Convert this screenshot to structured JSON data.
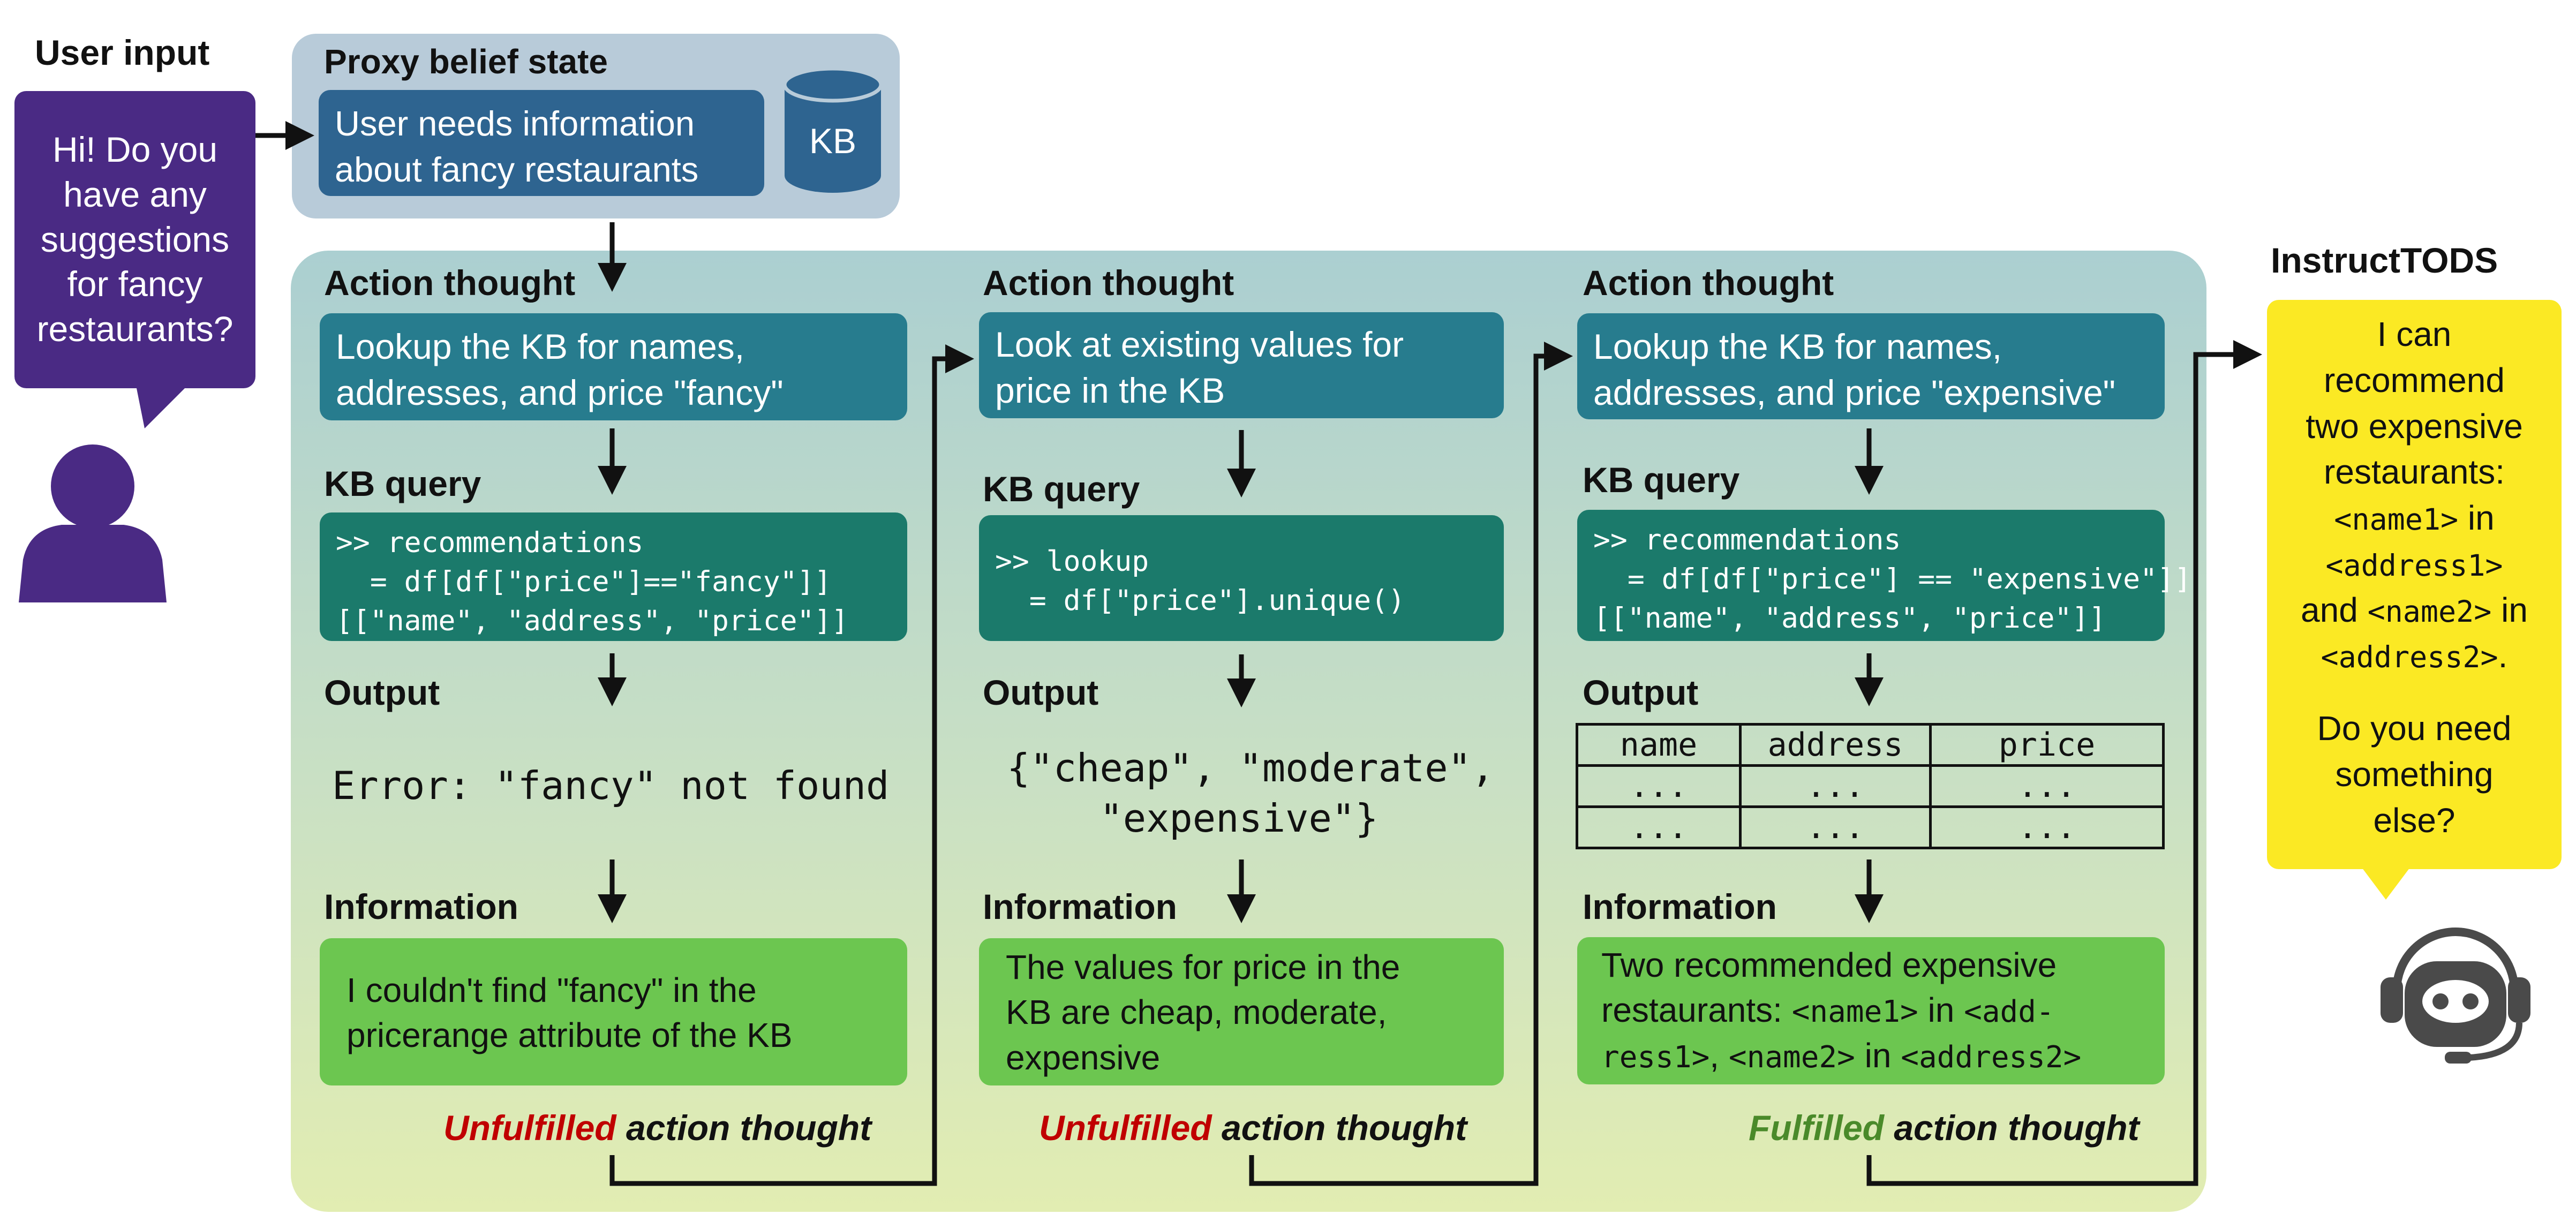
{
  "user": {
    "title": "User input",
    "message_lines": [
      "Hi! Do you",
      "have any",
      "suggestions",
      "for fancy",
      "restaurants?"
    ]
  },
  "proxy": {
    "title": "Proxy belief state",
    "belief_lines": [
      "User needs information",
      "about fancy restaurants"
    ],
    "kb_label": "KB"
  },
  "steps": [
    {
      "action_title": "Action thought",
      "action_lines": [
        "Lookup the KB for names,",
        "addresses, and price \"fancy\""
      ],
      "query_title": "KB query",
      "query_code": ">> recommendations\n  = df[df[\"price\"]==\"fancy\"]]\n[[\"name\", \"address\", \"price\"]]",
      "output_title": "Output",
      "output_text": "Error: \"fancy\" not found",
      "info_title": "Information",
      "info_lines": [
        "I couldn't find \"fancy\" in the",
        "pricerange attribute of the KB"
      ],
      "status_word": "Unfulfilled",
      "status_rest": " action thought"
    },
    {
      "action_title": "Action thought",
      "action_lines": [
        "Look at existing values for",
        "price in the KB"
      ],
      "query_title": "KB query",
      "query_code": ">> lookup\n  = df[\"price\"].unique()",
      "output_title": "Output",
      "output_text": "{\"cheap\", \"moderate\",\n    \"expensive\"}",
      "info_title": "Information",
      "info_lines": [
        "The values for price in the",
        "KB are cheap, moderate,",
        "expensive"
      ],
      "status_word": "Unfulfilled",
      "status_rest": " action thought"
    },
    {
      "action_title": "Action thought",
      "action_lines": [
        "Lookup the KB for names,",
        "addresses, and price \"expensive\""
      ],
      "query_title": "KB query",
      "query_code": ">> recommendations\n  = df[df[\"price\"] == \"expensive\"]]\n[[\"name\", \"address\", \"price\"]]",
      "output_title": "Output",
      "output_table": {
        "headers": [
          "name",
          "address",
          "price"
        ],
        "rows": [
          [
            "...",
            "...",
            "..."
          ],
          [
            "...",
            "...",
            "..."
          ]
        ]
      },
      "info_title": "Information",
      "info_line1": "Two recommended expensive",
      "info_line2_a": "restaurants: ",
      "info_line2_b": "<name1>",
      "info_line2_c": "  in ",
      "info_line2_d": "<add-",
      "info_line3_a": "ress1>",
      "info_line3_b": ", ",
      "info_line3_c": "<name2>",
      "info_line3_d": " in ",
      "info_line3_e": "<address2>",
      "status_word": "Fulfilled",
      "status_rest": " action thought"
    }
  ],
  "system": {
    "title": "InstructTODS",
    "line1": "I can",
    "line2": "recommend",
    "line3": "two expensive",
    "line4": "restaurants:",
    "line5_a": "<name1>",
    "line5_b": " in",
    "line6": "<address1>",
    "line7_a": "and ",
    "line7_b": "<name2>",
    "line7_c": " in",
    "line8": "<address2>",
    "line8_b": ".",
    "line9": "Do you need",
    "line10": "something",
    "line11": "else?"
  },
  "colors": {
    "user_purple": "#4a2a84",
    "proxy_bg": "#b8cbd9",
    "belief_box": "#2e6490",
    "kb_cylinder": "#2e6490",
    "action_box": "#277c8e",
    "query_box": "#1b7a6b",
    "info_box": "#6cc650",
    "unfulfilled_red": "#c00000",
    "fulfilled_green": "#4a8a2a",
    "system_yellow": "#fbe924",
    "bot_gray": "#4a4a4a"
  }
}
